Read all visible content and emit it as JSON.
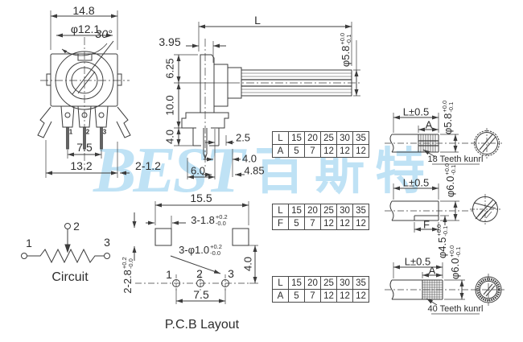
{
  "watermark": {
    "latin": "BEST",
    "cjk": "百斯特",
    "color": "#b5def4"
  },
  "front_view": {
    "dim_width": "14.8",
    "dim_dia": "φ12.1",
    "dim_angle": "30°",
    "dim_pin_span": "7.5",
    "dim_overall": "13.2",
    "dim_legs": "2-1.2",
    "pin_labels": [
      "1",
      "2",
      "3"
    ]
  },
  "side_view": {
    "dim_bushing": "3.95",
    "dim_length": "L",
    "dim_upper": "6.25",
    "dim_mid": "10.0",
    "dim_lower": "4.0",
    "dim_pin_a": "2.5",
    "dim_pin_b": "4.0",
    "dim_pin_c": "4.85",
    "dim_pin_d": "6.0",
    "shaft_dia": {
      "v": "φ5.8",
      "up": "+0.0",
      "dn": "-0.1"
    }
  },
  "variants": [
    {
      "dim_length": "L±0.5",
      "dim_knurl": "A",
      "shaft_dia": {
        "v": "φ5.8",
        "up": "+0.0",
        "dn": "-0.1"
      },
      "teeth_note": "18 Teeth kunrl",
      "table": {
        "rows": [
          [
            "L",
            "15",
            "20",
            "25",
            "30",
            "35"
          ],
          [
            "A",
            "5",
            "7",
            "12",
            "12",
            "12"
          ]
        ]
      }
    },
    {
      "dim_length": "L±0.5",
      "dim_flat": "F",
      "shaft_dia": {
        "v": "φ6.0",
        "up": "+0.0",
        "dn": "-0.1"
      },
      "flat_dia": {
        "v": "φ4.5",
        "up": "+0.0",
        "dn": "-0.1"
      },
      "table": {
        "rows": [
          [
            "L",
            "15",
            "20",
            "25",
            "30",
            "35"
          ],
          [
            "F",
            "5",
            "7",
            "12",
            "12",
            "12"
          ]
        ]
      }
    },
    {
      "dim_length": "L±0.5",
      "dim_knurl": "A",
      "shaft_dia": {
        "v": "φ6.0",
        "up": "+0.0",
        "dn": "-0.1"
      },
      "teeth_note": "40 Teeth kunrl",
      "table": {
        "rows": [
          [
            "L",
            "15",
            "20",
            "25",
            "30",
            "35"
          ],
          [
            "A",
            "5",
            "7",
            "12",
            "12",
            "12"
          ]
        ]
      }
    }
  ],
  "circuit": {
    "label": "Circuit",
    "terminal_labels": [
      "1",
      "2",
      "3"
    ]
  },
  "pcb": {
    "dim_width": "15.5",
    "dim_slots": {
      "v": "3-1.8",
      "up": "+0.2",
      "dn": "-0.0"
    },
    "dim_holes": {
      "v": "3-φ1.0",
      "up": "+0.2",
      "dn": "-0.0"
    },
    "dim_vert": "4.0",
    "dim_side": {
      "v": "2-2.8",
      "up": "+0.2",
      "dn": "-0.0"
    },
    "dim_pitch": "7.5",
    "hole_labels": [
      "1",
      "2",
      "3"
    ],
    "label": "P.C.B Layout"
  }
}
